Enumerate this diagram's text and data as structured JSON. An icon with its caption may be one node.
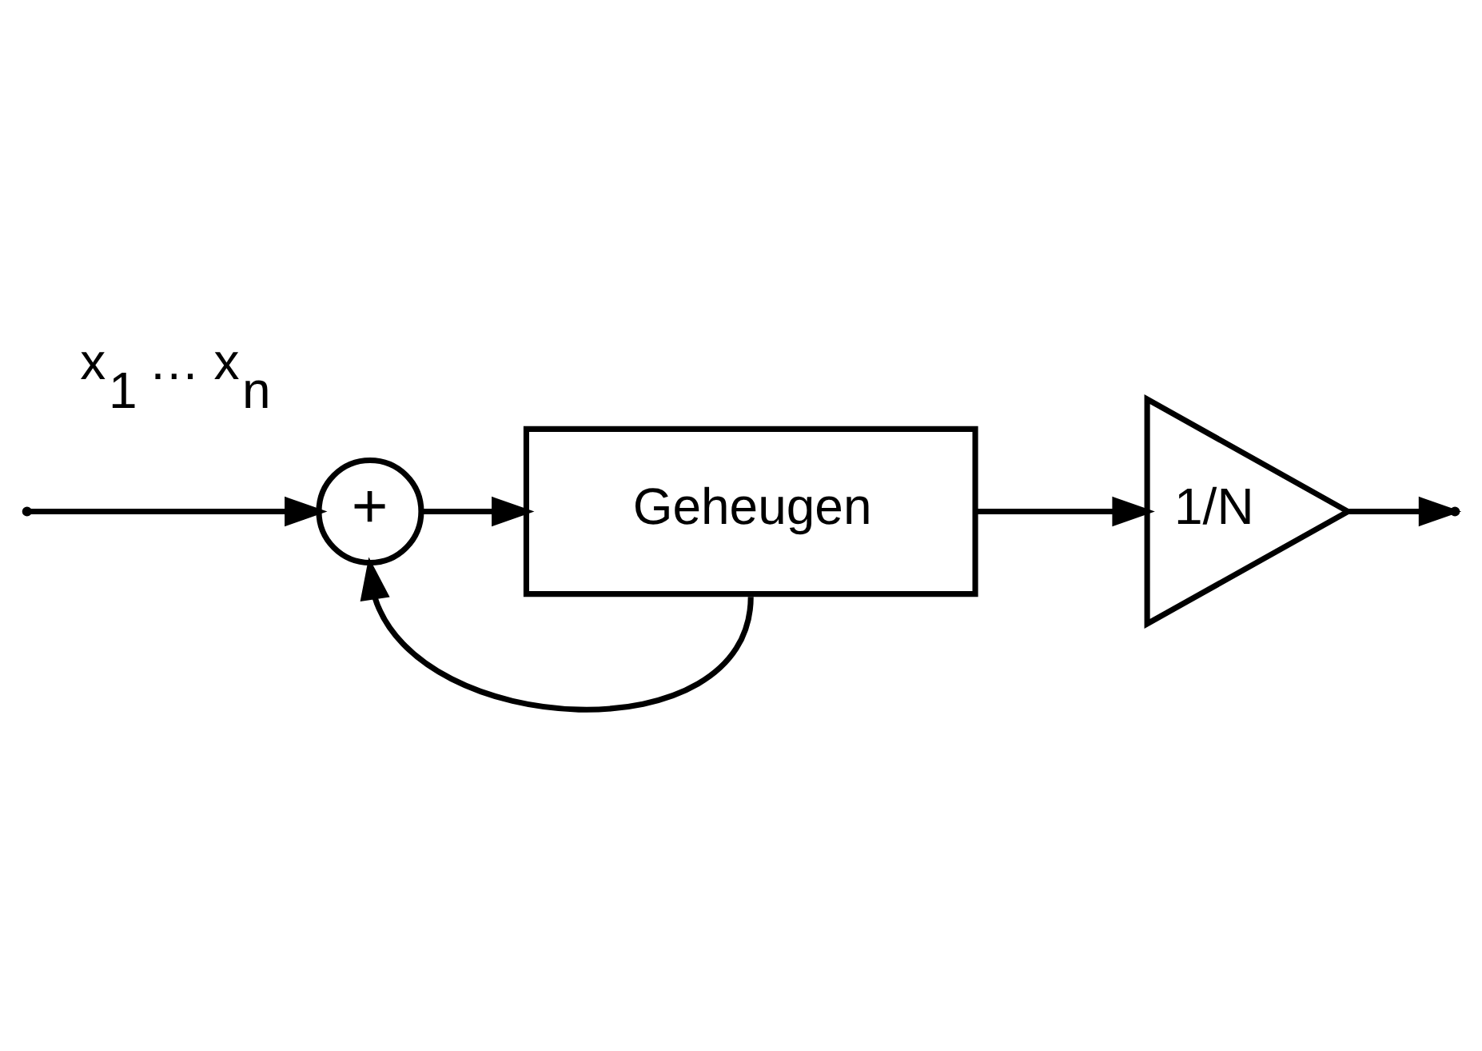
{
  "diagram": {
    "nodes": [
      {
        "text": [
          "+"
        ]
      },
      {
        "text": [
          "Geheugen"
        ]
      },
      {
        "text": [
          "1/N"
        ]
      }
    ],
    "edges": [
      {
        "from": null,
        "to": 0,
        "arrow": "to",
        "label": "x$_{1}$ … x$_{n}$"
      },
      {
        "from": 0,
        "to": 1,
        "arrow": "to"
      },
      {
        "from": 1,
        "to": 2,
        "arrow": "to"
      },
      {
        "from": 1,
        "to": 0,
        "arrow": "to"
      },
      {
        "from": 2,
        "to": null,
        "arrow": "to"
      }
    ]
  }
}
